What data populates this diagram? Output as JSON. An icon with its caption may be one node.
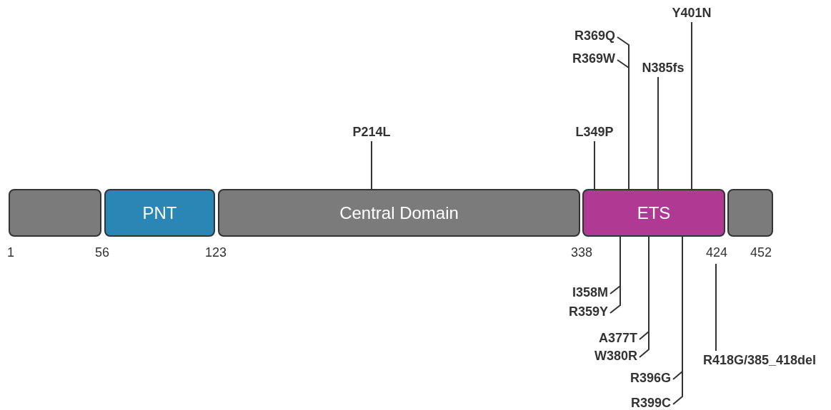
{
  "diagram": {
    "nodes": [
      {
        "text": [],
        "shape": "box"
      },
      {
        "text": [
          "PNT"
        ]
      },
      {
        "text": [
          "Central Domain"
        ]
      },
      {
        "text": [
          "ETS"
        ]
      },
      {
        "text": [],
        "shape": "box"
      },
      {
        "text": [
          "P214L"
        ]
      },
      {
        "text": [
          "L349P"
        ]
      },
      {
        "text": [
          "R369Q"
        ]
      },
      {
        "text": [
          "R369W"
        ]
      },
      {
        "text": [
          "N385fs"
        ]
      },
      {
        "text": [
          "Y401N"
        ]
      },
      {
        "text": [
          "I358M"
        ]
      },
      {
        "text": [
          "R359Y"
        ]
      },
      {
        "text": [
          "A377T"
        ]
      },
      {
        "text": [
          "W380R"
        ]
      },
      {
        "text": [
          "R396G"
        ]
      },
      {
        "text": [
          "R399C"
        ]
      },
      {
        "text": [
          "R418G/385_418del"
        ]
      }
    ],
    "edges": [
      {
        "from": 5,
        "to": 2,
        "arrow": "none"
      },
      {
        "from": 6,
        "to": 3,
        "arrow": "none"
      },
      {
        "from": 7,
        "to": 3,
        "arrow": "none"
      },
      {
        "from": 8,
        "to": 3,
        "arrow": "none"
      },
      {
        "from": 9,
        "to": 3,
        "arrow": "none"
      },
      {
        "from": 10,
        "to": 3,
        "arrow": "none"
      },
      {
        "from": 11,
        "to": 3,
        "arrow": "none"
      },
      {
        "from": 12,
        "to": 3,
        "arrow": "none"
      },
      {
        "from": 13,
        "to": 3,
        "arrow": "none"
      },
      {
        "from": 14,
        "to": 3,
        "arrow": "none"
      },
      {
        "from": 15,
        "to": 3,
        "arrow": "none"
      },
      {
        "from": 16,
        "to": 3,
        "arrow": "none"
      },
      {
        "from": 17,
        "to": null,
        "arrow": "none"
      }
    ],
    "labels": [
      "1",
      "56",
      "123",
      "338",
      "424",
      "452"
    ]
  }
}
